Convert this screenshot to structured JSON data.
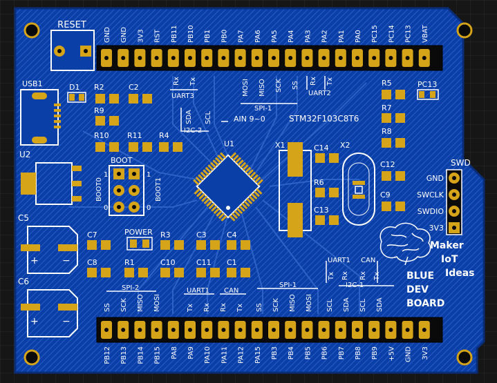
{
  "board": {
    "reset_label": "RESET",
    "mcu_label": "STM32F103C8T6",
    "ain_label": "AIN 9~0",
    "swd_label": "SWD",
    "boot_label": "BOOT",
    "boot0_label": "BOOT0",
    "boot1_label": "BOOT1",
    "power_label": "POWER",
    "usb_label": "USB1",
    "d1_label": "D1",
    "u1_label": "U1",
    "u2_label": "U2",
    "x1_label": "X1",
    "x2_label": "X2",
    "pc13_label": "PC13",
    "boot_pin_one_left": "1",
    "boot_pin_zero_left": "0",
    "boot_pin_one_right": "1",
    "boot_pin_zero_right": "0",
    "brand_line1": "Maker",
    "brand_line2": "IoT",
    "brand_line3": "Ideas",
    "title_line1": "BLUE",
    "title_line2": "DEV",
    "title_line3": "BOARD"
  },
  "top_pins": [
    "GND",
    "GND",
    "3V3",
    "RST",
    "PB11",
    "PB10",
    "PB1",
    "PB0",
    "PA7",
    "PA6",
    "PA5",
    "PA4",
    "PA3",
    "PA2",
    "PA1",
    "PA0",
    "PC15",
    "PC14",
    "PC13",
    "VBAT"
  ],
  "bottom_pins": [
    "PB12",
    "PB13",
    "PB14",
    "PB15",
    "PA8",
    "PA9",
    "PA10",
    "PA11",
    "PA12",
    "PA15",
    "PB3",
    "PB4",
    "PB5",
    "PB6",
    "PB7",
    "PB8",
    "PB9",
    "+5V",
    "GND",
    "3V3"
  ],
  "swd_pins": [
    "GND",
    "SWCLK",
    "SWDIO",
    "3V3"
  ],
  "top_functions": {
    "uart3_rx": "Rx",
    "uart3_tx": "Tx",
    "uart3": "UART3",
    "i2c2_sda": "SDA",
    "i2c2_scl": "SCL",
    "i2c2": "I2C-2",
    "spi1_mosi": "MOSI",
    "spi1_miso": "MISO",
    "spi1_sck": "SCK",
    "spi1_ss": "SS",
    "spi1": "SPI-1",
    "uart2_rx": "Rx",
    "uart2_tx": "Tx",
    "uart2": "UART2"
  },
  "bottom_functions": {
    "spi2": "SPI-2",
    "spi2_ss": "SS",
    "spi2_sck": "SCK",
    "spi2_miso": "MISO",
    "spi2_mosi": "MOSI",
    "uart1": "UART1",
    "uart1_tx": "Tx",
    "uart1_rx": "Rx",
    "can": "CAN",
    "can_rx": "Rx",
    "can_tx": "Tx",
    "spi1": "SPI-1",
    "spi1_ss": "SS",
    "spi1_sck": "SCK",
    "spi1_miso": "MISO",
    "spi1_mosi": "MOSI",
    "uart1b": "UART1",
    "uart1b_tx": "Tx",
    "uart1b_rx": "Rx",
    "canb": "CAN",
    "canb_rx": "Rx",
    "canb_tx": "Tx",
    "i2c1": "I2C-1",
    "i2c1_scl": "SCL",
    "i2c1_sda": "SDA",
    "i2c1_scl2": "SCL",
    "i2c1_sda2": "SDA"
  },
  "components": {
    "r2": "R2",
    "c2": "C2",
    "r9": "R9",
    "r10": "R10",
    "r11": "R11",
    "r4": "R4",
    "r5": "R5",
    "r7": "R7",
    "r8": "R8",
    "r6": "R6",
    "c14": "C14",
    "c12": "C12",
    "c9": "C9",
    "c13": "C13",
    "c5": "C5",
    "c6": "C6",
    "c7": "C7",
    "c8": "C8",
    "r3": "R3",
    "r1": "R1",
    "c3": "C3",
    "c4": "C4",
    "c10": "C10",
    "c11": "C11",
    "c1": "C1"
  },
  "colors": {
    "board": "#0b3fa8",
    "copper": "#d6a419",
    "silk": "#ffffff",
    "trace": "#2d63c8"
  }
}
